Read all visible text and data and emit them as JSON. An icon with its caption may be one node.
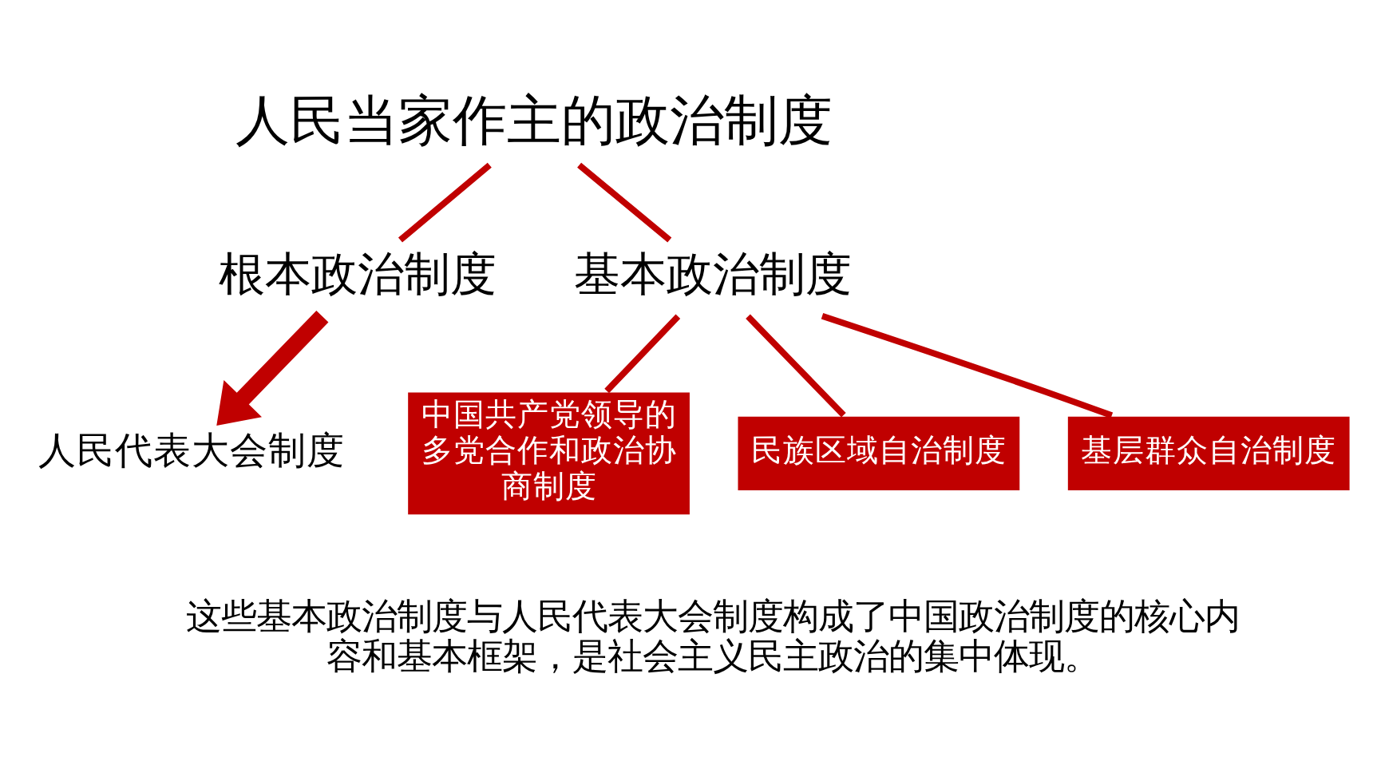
{
  "diagram": {
    "nodes": [
      {
        "text": [
          "人民当家作主的政治制度"
        ]
      },
      {
        "text": [
          "根本政治制度"
        ]
      },
      {
        "text": [
          "基本政治制度"
        ]
      },
      {
        "text": [
          "人民代表大会制度"
        ]
      },
      {
        "text": [
          "中国共产党领导的多党合作和政治协商制度"
        ]
      },
      {
        "text": [
          "民族区域自治制度"
        ]
      },
      {
        "text": [
          "基层群众自治制度"
        ]
      }
    ],
    "edges": [
      {
        "from": 0,
        "to": 1,
        "arrow": "none"
      },
      {
        "from": 0,
        "to": 2,
        "arrow": "none"
      },
      {
        "from": 1,
        "to": 3,
        "arrow": "to",
        "style": "thick"
      },
      {
        "from": 2,
        "to": 4,
        "arrow": "none"
      },
      {
        "from": 2,
        "to": 5,
        "arrow": "none"
      },
      {
        "from": 2,
        "to": 6,
        "arrow": "none"
      }
    ],
    "labels": [
      "这些基本政治制度与人民代表大会制度构成了中国政治制度的核心内容和基本框架，是社会主义民主政治的集中体现。"
    ]
  }
}
